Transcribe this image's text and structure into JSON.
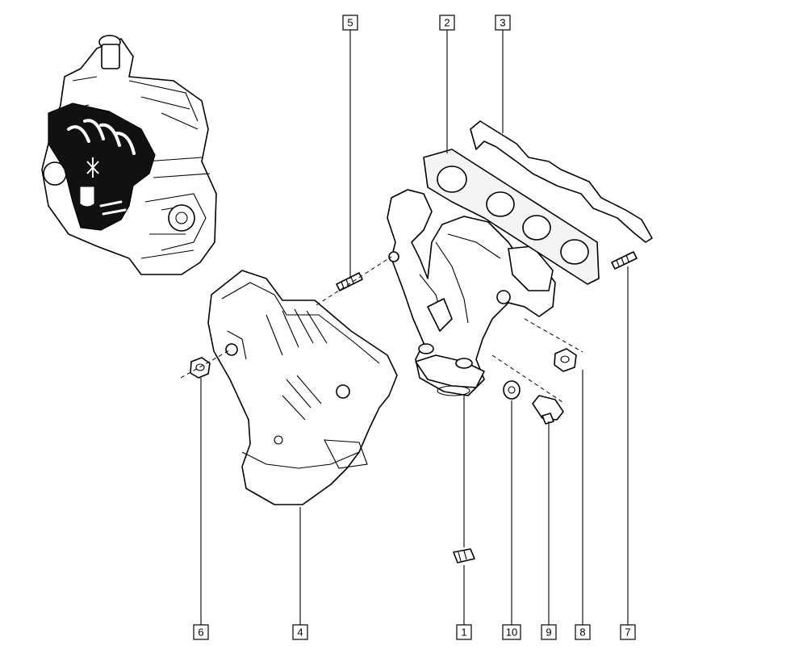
{
  "callouts": [
    {
      "id": "1",
      "label": "1"
    },
    {
      "id": "2",
      "label": "2"
    },
    {
      "id": "3",
      "label": "3"
    },
    {
      "id": "4",
      "label": "4"
    },
    {
      "id": "5",
      "label": "5"
    },
    {
      "id": "6",
      "label": "6"
    },
    {
      "id": "7",
      "label": "7"
    },
    {
      "id": "8",
      "label": "8"
    },
    {
      "id": "9",
      "label": "9"
    },
    {
      "id": "10",
      "label": "10"
    }
  ],
  "colors": {
    "line": "#000000",
    "background": "#ffffff",
    "highlight": "#111111"
  }
}
